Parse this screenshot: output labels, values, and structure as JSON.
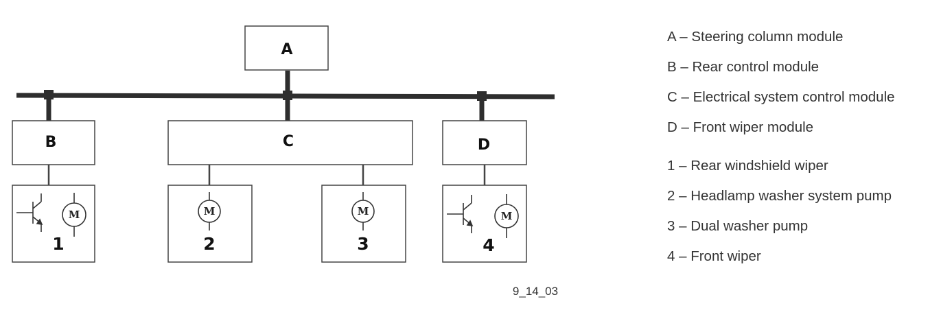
{
  "diagram": {
    "modules": {
      "a": "A",
      "b": "B",
      "c": "C",
      "d": "D"
    },
    "components": {
      "1": "1",
      "2": "2",
      "3": "3",
      "4": "4"
    },
    "motor_symbol": "M",
    "figure_id": "9_14_03"
  },
  "legend": {
    "items": [
      "A – Steering column module",
      "B – Rear control module",
      "C – Electrical system control module",
      "D – Front wiper module",
      "1 – Rear windshield wiper",
      "2 – Headlamp washer system pump",
      "3 – Dual washer pump",
      "4 – Front wiper"
    ]
  },
  "colors": {
    "bus": "#2e2e2e",
    "box_stroke": "#444444",
    "text": "#333333"
  }
}
